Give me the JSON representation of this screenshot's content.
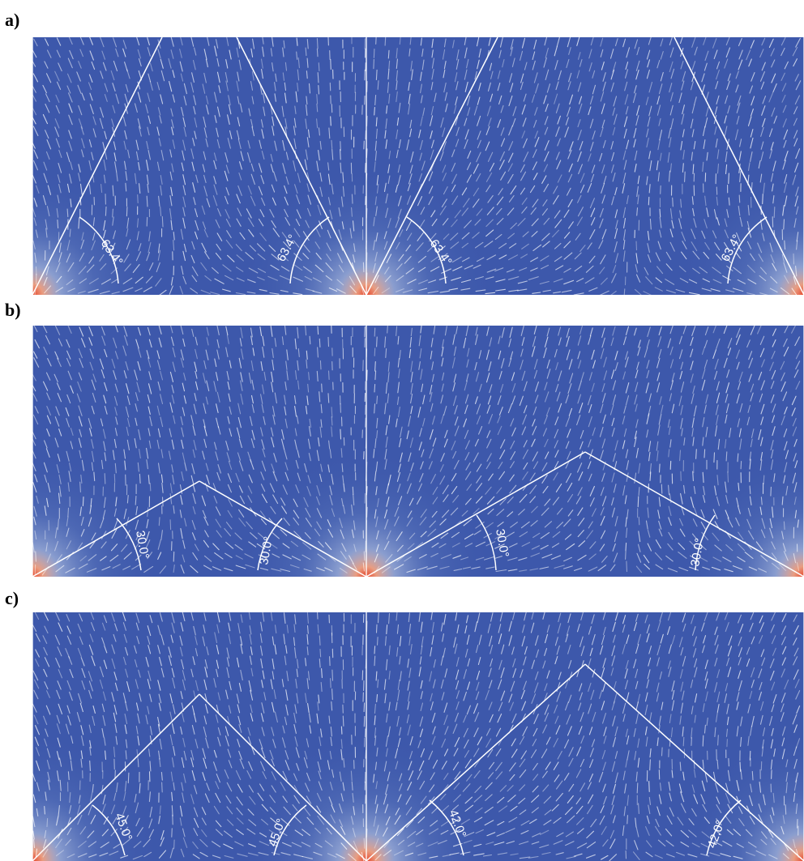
{
  "panels": [
    {
      "label": "a)",
      "angles": [
        "63.4°",
        "63.4°",
        "63.4°",
        "63.4°"
      ]
    },
    {
      "label": "b)",
      "angles": [
        "30.0°",
        "30.0°",
        "30.0°",
        "30.0°"
      ]
    },
    {
      "label": "c)",
      "angles": [
        "45.0°",
        "45.0°",
        "42.0°",
        "42.0°"
      ]
    }
  ],
  "colors": {
    "field": "#3d58ab",
    "field_light": "#6f8bcb",
    "hot": "#e2502a",
    "lines": "#ffffff"
  }
}
